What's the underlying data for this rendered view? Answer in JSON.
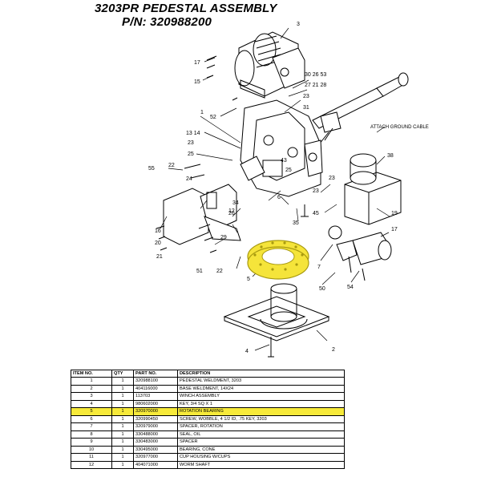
{
  "title_line1": "3203PR PEDESTAL ASSEMBLY",
  "title_line2": "P/N: 320988200",
  "callouts": {
    "c3": "3",
    "c17": "17",
    "c15": "15",
    "c30_26_53": "30 26 53",
    "c27_21_28": "27 21 28",
    "c52": "52",
    "c23a": "23",
    "c31": "31",
    "c1": "1",
    "c13_14": "13 14",
    "c23b": "23",
    "c25": "25",
    "c55": "55",
    "c22": "22",
    "c34": "34",
    "c12": "12",
    "c29": "29",
    "c26": "26",
    "c16": "16",
    "c20": "20",
    "c51": "51",
    "c22b": "22",
    "c5": "5",
    "c2": "2",
    "c4": "4",
    "c35": "35",
    "c23c": "23",
    "c45": "45",
    "c38": "38",
    "c19": "19",
    "c17b": "17",
    "c7": "7",
    "c50": "50",
    "c54": "54",
    "c43": "43",
    "c25b": "25",
    "c23d": "23",
    "c24": "24",
    "c21": "21",
    "c6": "6",
    "ground": "ATTACH GROUND CABLE"
  },
  "colors": {
    "highlight": "#f7ea3a",
    "ring_fill": "#f5e43a",
    "ring_stroke": "#a89a10"
  },
  "table": {
    "headers": [
      "ITEM NO.",
      "QTY",
      "PART NO.",
      "DESCRIPTION"
    ],
    "rows": [
      [
        "1",
        "1",
        "320988100",
        "PEDESTAL WELDMENT, 3203"
      ],
      [
        "2",
        "1",
        "404116000",
        "BASE WELDMENT, 14X24"
      ],
      [
        "3",
        "1",
        "113703",
        "WINCH ASSEMBLY"
      ],
      [
        "4",
        "1",
        "980602000",
        "KEY, 3/4 SQ X 1"
      ],
      [
        "5",
        "1",
        "320970000",
        "ROTATION BEARING"
      ],
      [
        "6",
        "1",
        "320990450",
        "SCREW, WOBBLE, 4 1/2 ID, .75 KEY, 3203"
      ],
      [
        "7",
        "1",
        "320979000",
        "SPACER, ROTATION"
      ],
      [
        "8",
        "1",
        "330488000",
        "SEAL, OIL"
      ],
      [
        "9",
        "1",
        "330483000",
        "SPACER"
      ],
      [
        "10",
        "1",
        "330495000",
        "BEARING, CONE"
      ],
      [
        "11",
        "1",
        "320977000",
        "CUP HOUSING W/CUPS"
      ],
      [
        "12",
        "1",
        "404071000",
        "WORM SHAFT"
      ]
    ],
    "highlight_row": 4
  }
}
